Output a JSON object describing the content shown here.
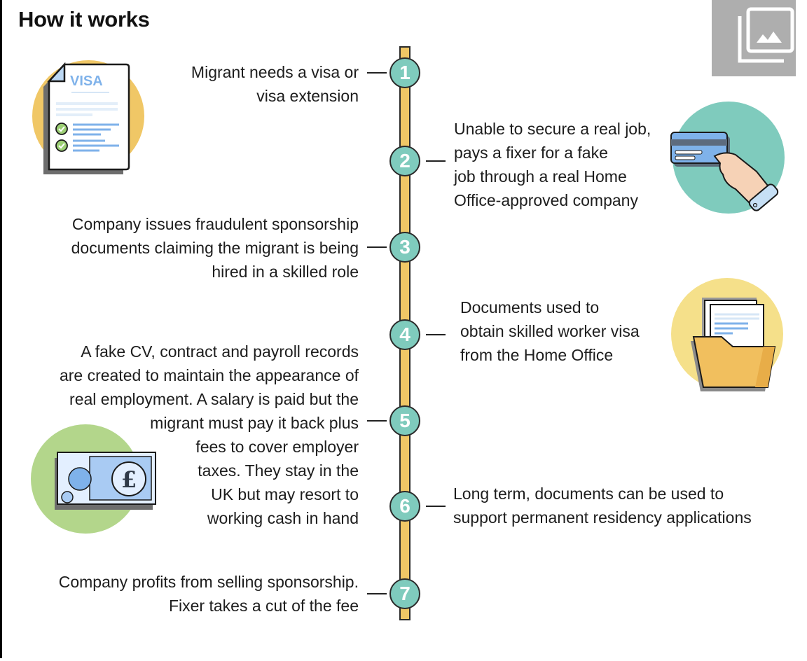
{
  "header": {
    "title": "How it works"
  },
  "gallery_button": {
    "icon": "image-gallery-icon"
  },
  "timeline": {
    "colors": {
      "bar": "#f0c766",
      "node": "#7fcbbd",
      "outline": "#2a2a2a"
    },
    "steps": [
      {
        "number": "1",
        "side": "left",
        "text": "Migrant needs a visa or\nvisa extension"
      },
      {
        "number": "2",
        "side": "right",
        "text": "Unable to secure a real job,\npays a fixer for a fake\njob through a real Home\nOffice-approved company"
      },
      {
        "number": "3",
        "side": "left",
        "text": "Company issues fraudulent sponsorship\ndocuments claiming the migrant is being\nhired in a skilled role"
      },
      {
        "number": "4",
        "side": "right",
        "text": "Documents used to\nobtain skilled worker visa\nfrom the Home Office"
      },
      {
        "number": "5",
        "side": "left",
        "text": "A fake CV, contract and payroll records\nare created to maintain the appearance of\nreal employment. A salary is paid but the\nmigrant must pay it back plus\nfees to cover employer\ntaxes. They stay in the\nUK but may resort to\nworking cash in hand"
      },
      {
        "number": "6",
        "side": "right",
        "text": "Long term, documents can be used to\nsupport permanent residency applications"
      },
      {
        "number": "7",
        "side": "left",
        "text": "Company profits from selling sponsorship.\nFixer takes a cut of the fee"
      }
    ]
  },
  "illustrations": {
    "visa_document": {
      "label": "VISA",
      "icon": "visa-document-icon",
      "circle_color": "#f0c766"
    },
    "card_payment": {
      "icon": "card-payment-icon",
      "circle_color": "#7fcbbd"
    },
    "document_folder": {
      "icon": "document-folder-icon",
      "circle_color": "#f5e08a"
    },
    "pound_banknote": {
      "symbol": "£",
      "icon": "pound-banknote-icon",
      "circle_color": "#b3d68b"
    }
  }
}
